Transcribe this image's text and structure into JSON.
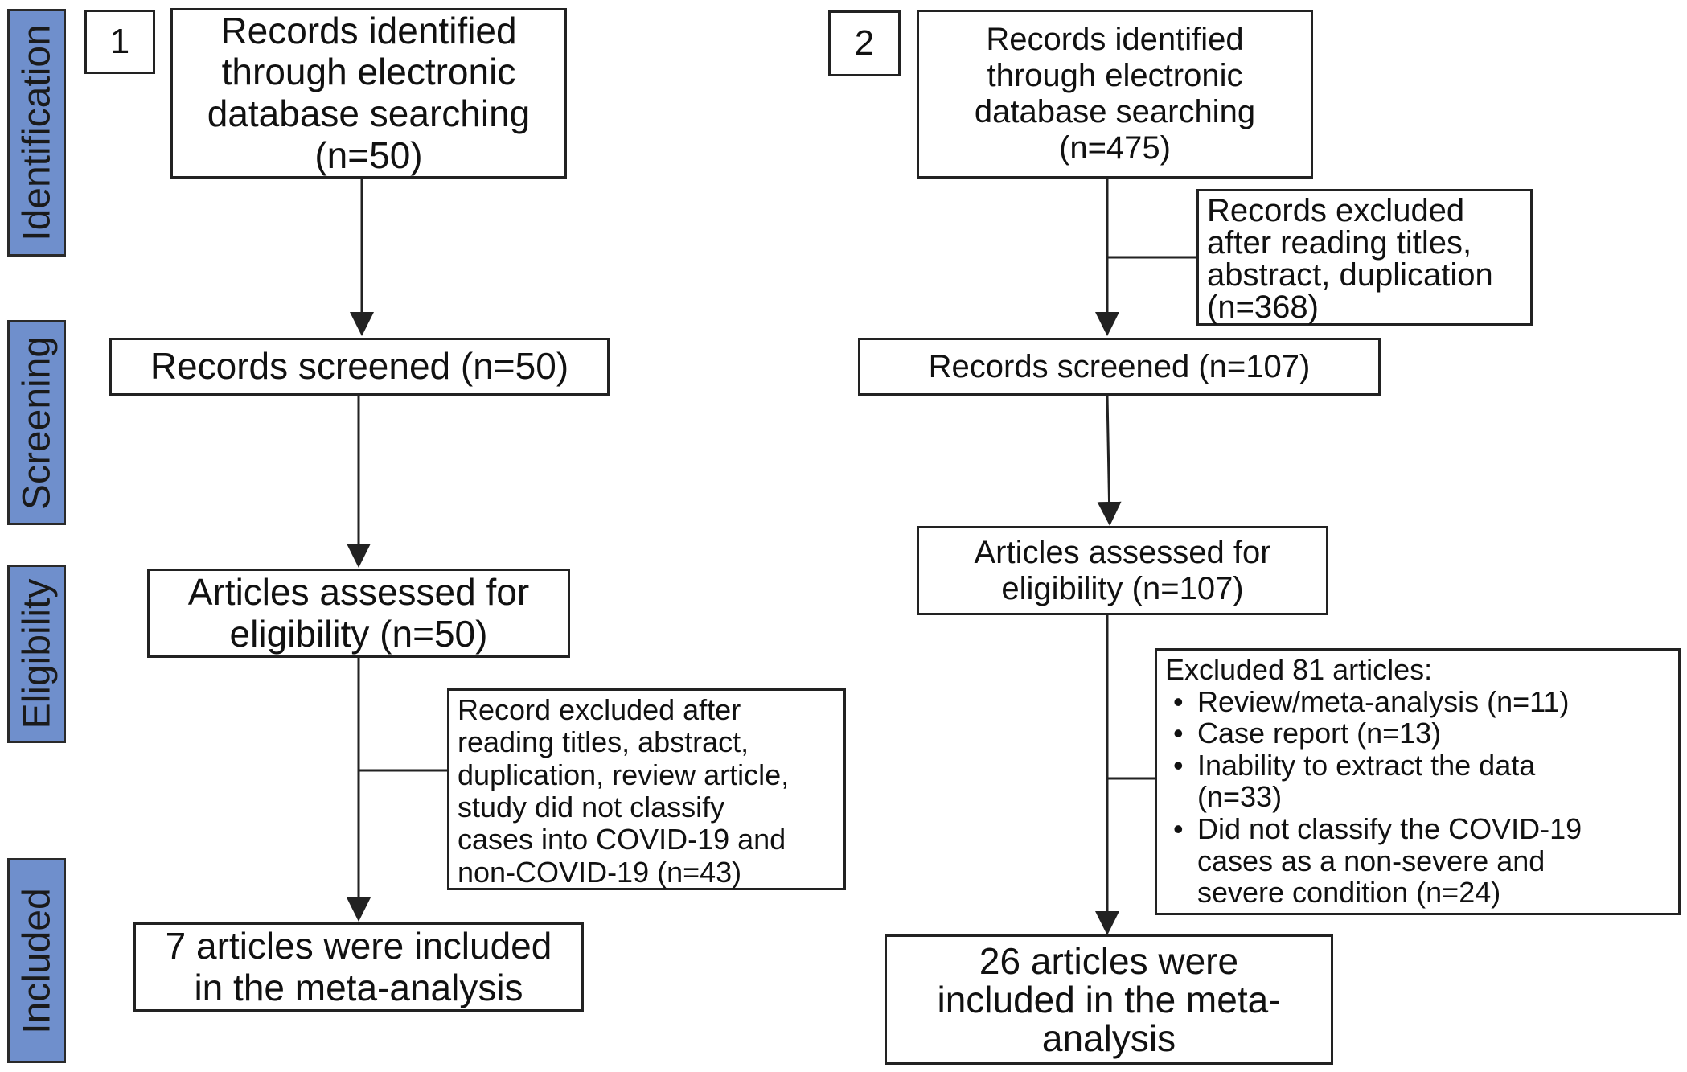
{
  "stages": {
    "identification": "Identification",
    "screening": "Screening",
    "eligibility": "Eligibility",
    "included": "Included"
  },
  "flow1": {
    "number": "1",
    "identified": [
      "Records identified",
      "through electronic",
      "database searching",
      "(n=50)"
    ],
    "screened": "Records screened (n=50)",
    "assessed": [
      "Articles assessed for",
      "eligibility (n=50)"
    ],
    "excluded": [
      "Record excluded after",
      "reading titles, abstract,",
      "duplication, review article,",
      "study did not classify",
      "cases into COVID-19 and",
      "non-COVID-19 (n=43)"
    ],
    "included": [
      "7 articles were included",
      "in the meta-analysis"
    ]
  },
  "flow2": {
    "number": "2",
    "identified": [
      "Records identified",
      "through electronic",
      "database searching",
      "(n=475)"
    ],
    "excluded_titles": [
      "Records excluded",
      "after reading titles,",
      "abstract, duplication",
      "(n=368)"
    ],
    "screened": "Records screened (n=107)",
    "assessed": [
      "Articles assessed for",
      "eligibility (n=107)"
    ],
    "excluded_header": "Excluded 81 articles:",
    "excluded_items": [
      "Review/meta-analysis (n=11)",
      "Case report (n=13)",
      "Inability to extract the data (n=33)",
      "Did not classify the COVID-19 cases as a non-severe and severe condition (n=24)"
    ],
    "included": [
      "26 articles were",
      "included in the meta-",
      "analysis"
    ]
  }
}
